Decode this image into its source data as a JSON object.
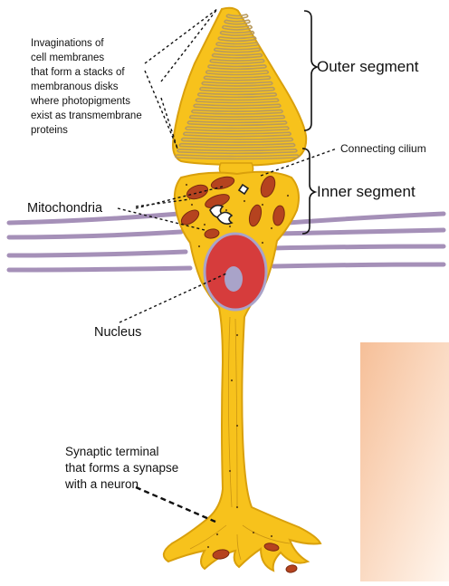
{
  "labels": {
    "invaginations": [
      "Invaginations of",
      "cell membranes",
      "that form a stacks of",
      "membranous disks",
      "where photopigments",
      "exist as transmembrane",
      "proteins"
    ],
    "outer_segment": "Outer segment",
    "connecting_cilium": "Connecting cilium",
    "inner_segment": "Inner segment",
    "mitochondria": "Mitochondria",
    "nucleus": "Nucleus",
    "synaptic_terminal": [
      "Synaptic terminal",
      "that forms a synapse",
      "with a neuron"
    ]
  },
  "colors": {
    "cell_fill": "#f7c21c",
    "cell_outline": "#d9a00c",
    "disk_stroke": "#b89a5e",
    "mitochondria": "#b5431f",
    "nucleus": "#d63c3c",
    "nucleolus": "#a9a3c9",
    "membrane_lines": "#a590b8",
    "gradient_panel": "#f6c7a6"
  }
}
